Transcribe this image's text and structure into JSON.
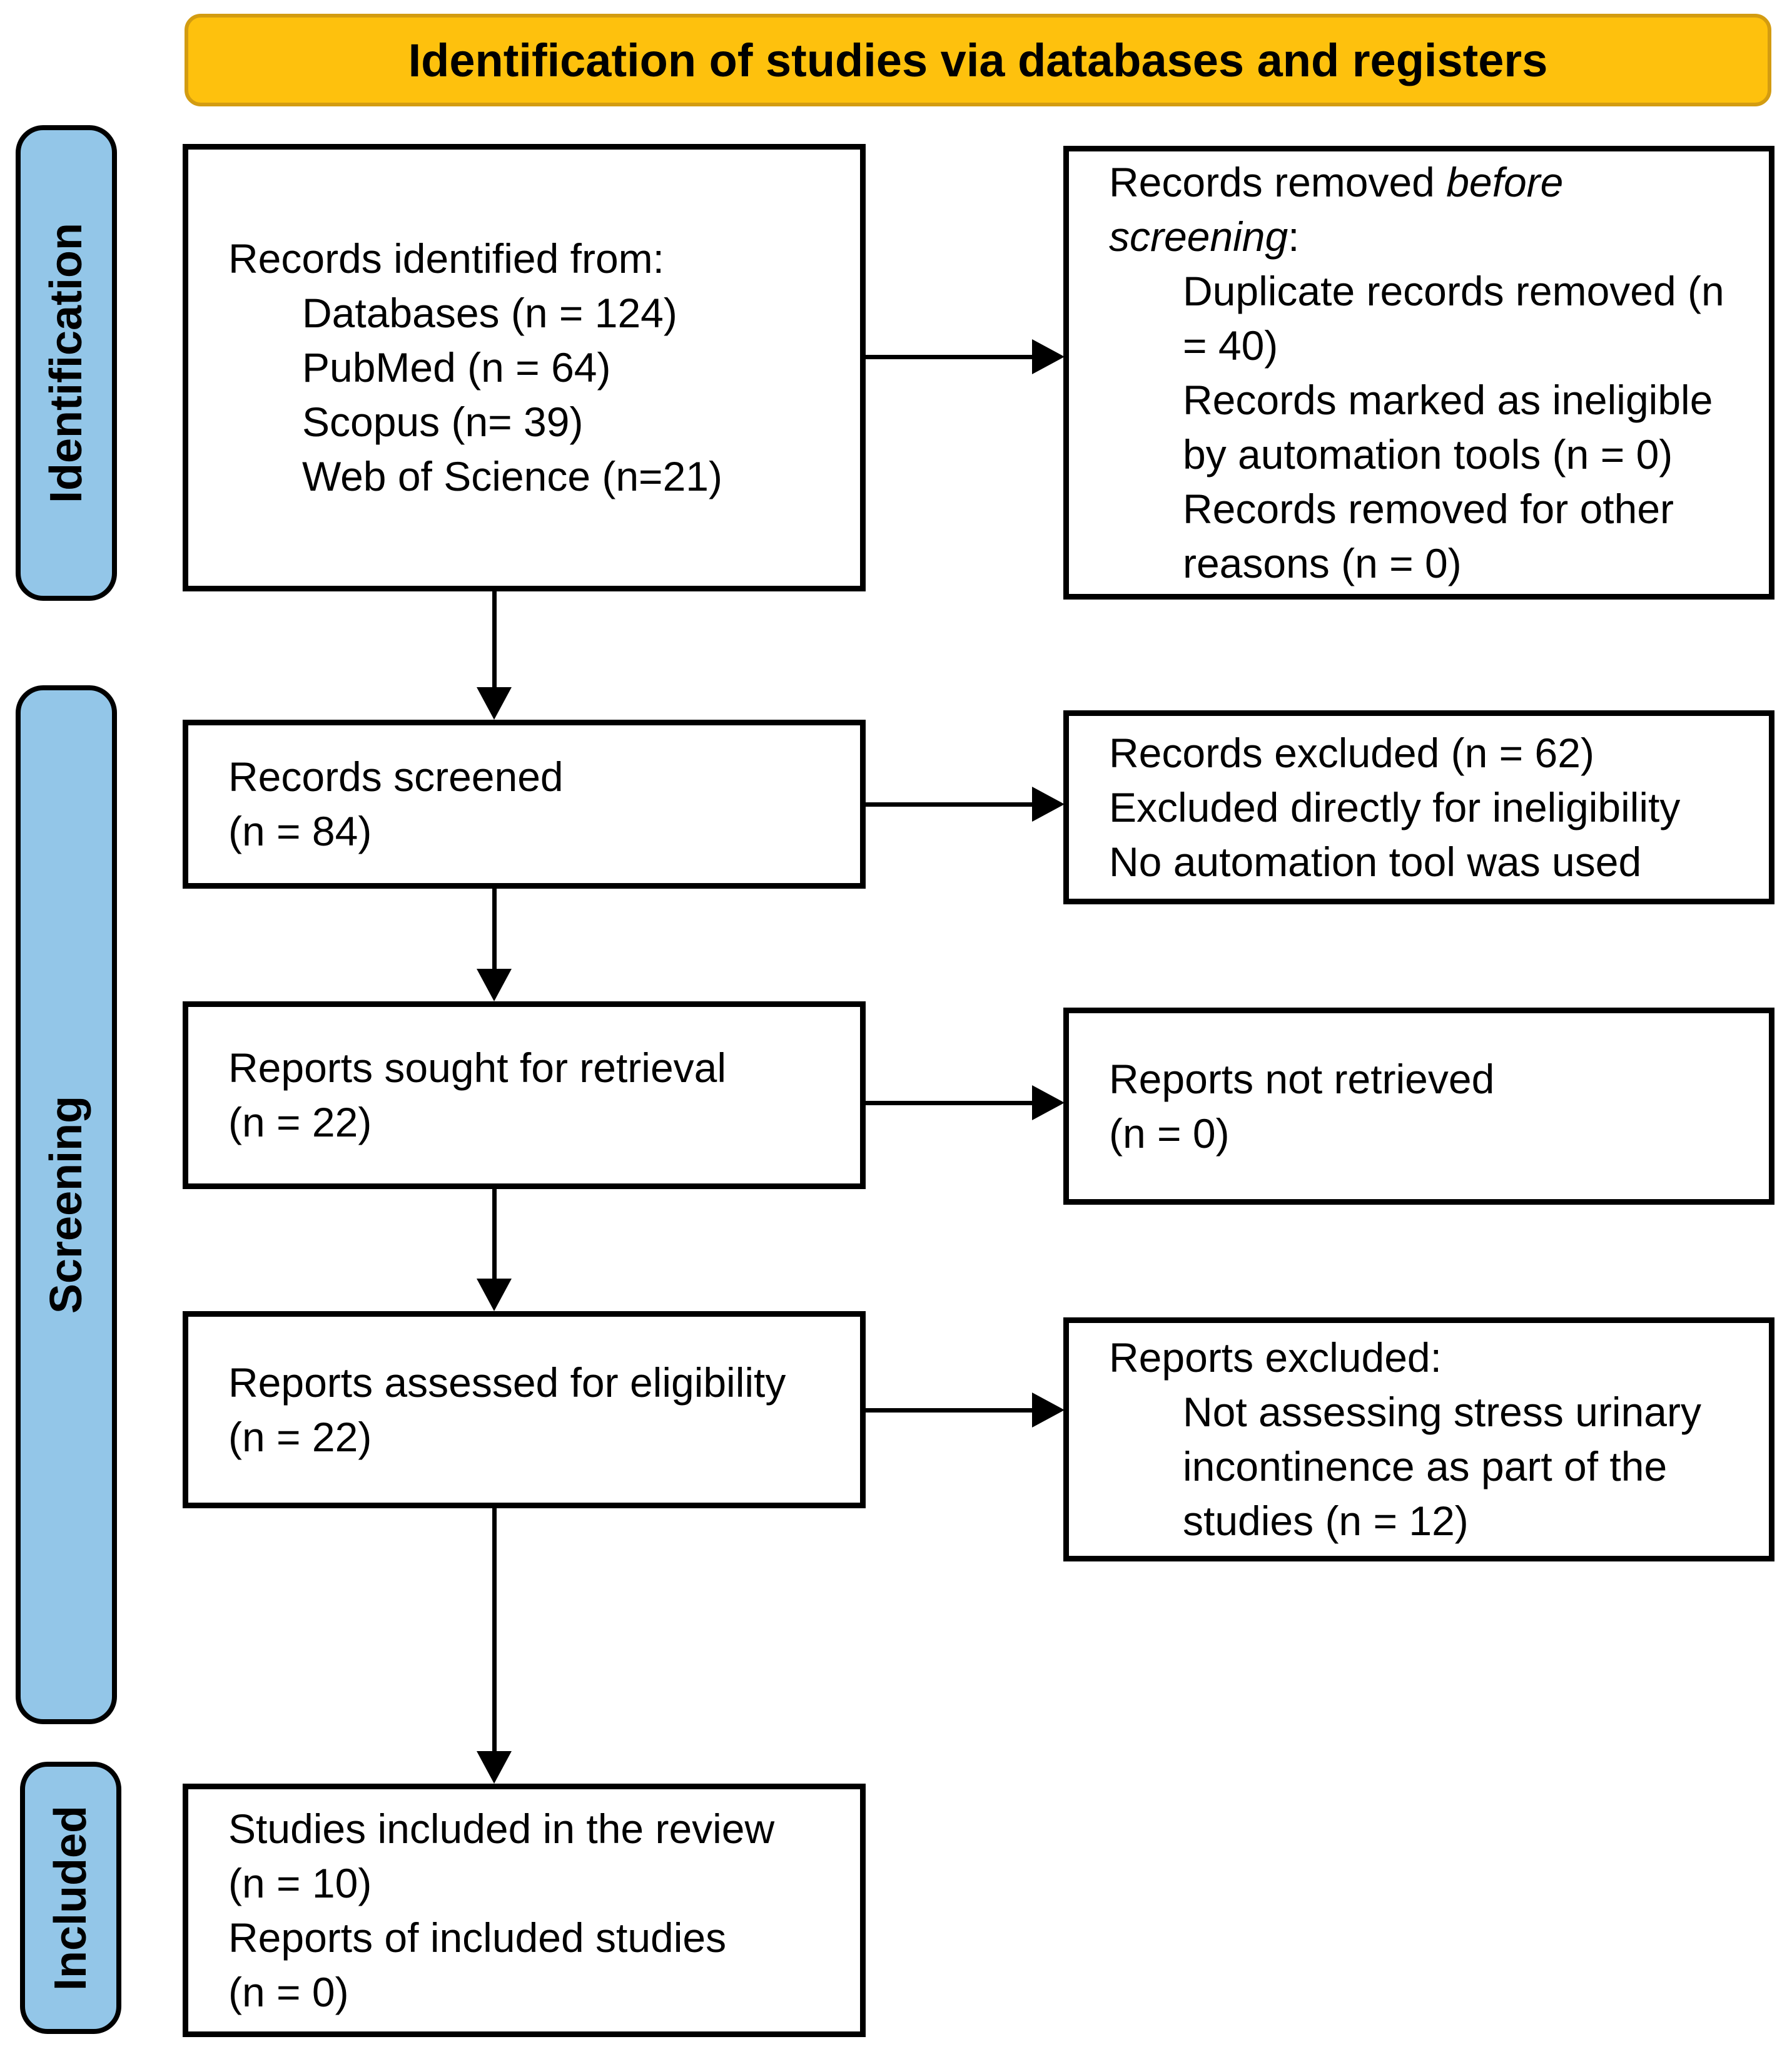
{
  "banner": {
    "label": "Identification of studies via databases and registers"
  },
  "stages": [
    {
      "label": "Identification"
    },
    {
      "label": "Screening"
    },
    {
      "label": "Included"
    }
  ],
  "boxes": {
    "identified": {
      "heading": "Records identified from:",
      "items": [
        "Databases (n = 124)",
        "PubMed (n = 64)",
        "Scopus (n= 39)",
        "Web of Science (n=21)"
      ]
    },
    "removed": {
      "heading_prefix": "Records removed ",
      "heading_italic": "before screening",
      "heading_suffix": ":",
      "items": [
        "Duplicate records removed (n = 40)",
        "Records marked as ineligible by automation tools (n = 0)",
        "Records removed for other reasons (n = 0)"
      ]
    },
    "screened": {
      "lines": [
        "Records screened",
        "(n = 84)"
      ]
    },
    "excluded": {
      "lines": [
        "Records excluded (n = 62)",
        "Excluded directly for ineligibility",
        "No automation tool was used"
      ]
    },
    "sought": {
      "lines": [
        "Reports sought for retrieval",
        "(n = 22)"
      ]
    },
    "not_retrieved": {
      "lines": [
        "Reports not retrieved",
        "(n = 0)"
      ]
    },
    "assessed": {
      "lines": [
        "Reports assessed for eligibility",
        "(n = 22)"
      ]
    },
    "reports_excluded": {
      "heading": "Reports excluded:",
      "items": [
        "Not assessing stress urinary incontinence as part of the studies (n = 12)"
      ]
    },
    "included": {
      "lines": [
        "Studies included in the review",
        "(n = 10)",
        "Reports of included studies",
        "(n = 0)"
      ]
    }
  },
  "colors": {
    "banner_fill": "#FEC10D",
    "banner_border": "#D39C11",
    "stage_fill": "#93C6E8",
    "box_border": "#000000",
    "arrow": "#000000"
  }
}
